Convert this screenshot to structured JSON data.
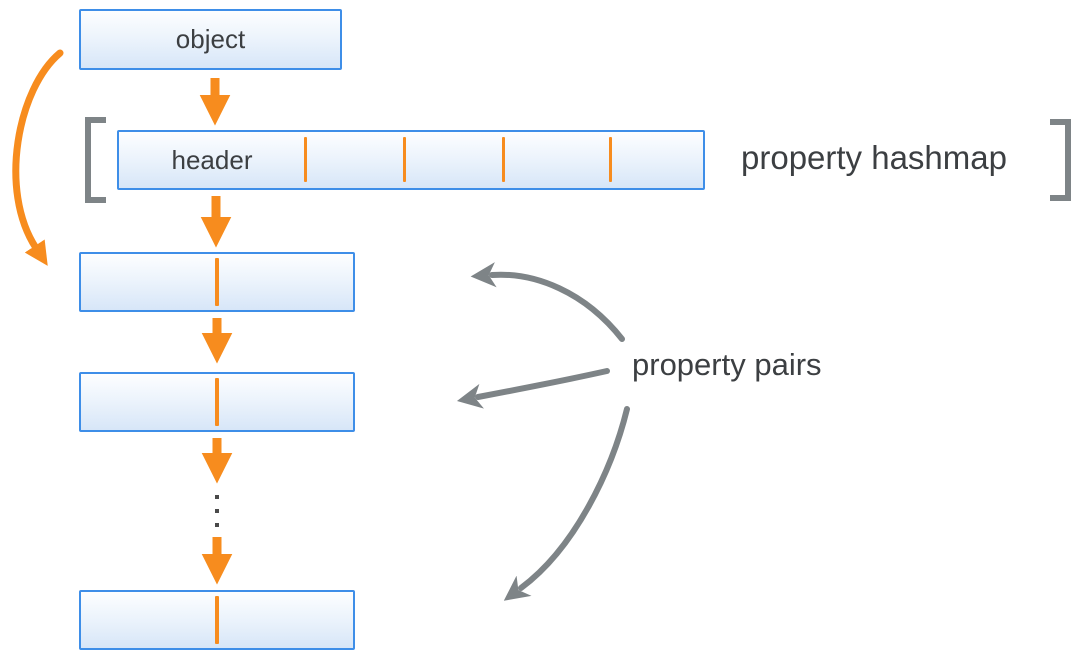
{
  "colors": {
    "orange": "#F78C1E",
    "box-border": "#3E8EE8",
    "box-fill-top": "#FDFEFF",
    "box-fill-bottom": "#D7E6F8",
    "gray": "#7E8487",
    "text": "#3C3F42",
    "dots": "#4A4A4A"
  },
  "diagram": {
    "object": {
      "label": "object"
    },
    "hashmap": {
      "header_label": "header",
      "caption": "property hashmap",
      "slot_count": 5,
      "divider_count": 4,
      "bracketed": true
    },
    "pairs": {
      "caption": "property pairs",
      "visible_boxes": 3,
      "cells_per_box": 2,
      "continuation_dots": 3,
      "callout_arrow_count": 3
    },
    "flow_arrow_count": 5,
    "shortcut_arrow": "object-to-first-pair"
  }
}
